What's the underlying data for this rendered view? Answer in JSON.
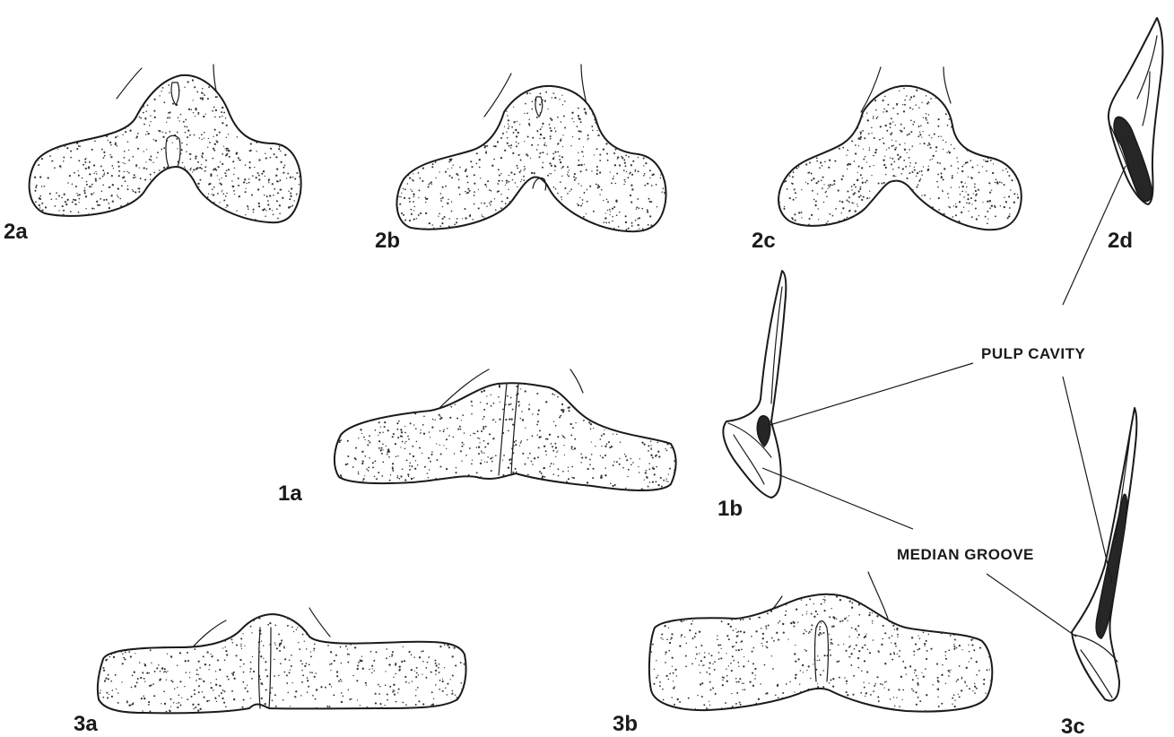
{
  "figure_labels": {
    "f2a": "2a",
    "f2b": "2b",
    "f2c": "2c",
    "f2d": "2d",
    "f1a": "1a",
    "f1b": "1b",
    "f3a": "3a",
    "f3b": "3b",
    "f3c": "3c"
  },
  "annotations": {
    "pulp_cavity": "PULP CAVITY",
    "median_groove": "MEDIAN GROOVE"
  },
  "colors": {
    "ink": "#1a1a1a",
    "background": "#ffffff"
  }
}
